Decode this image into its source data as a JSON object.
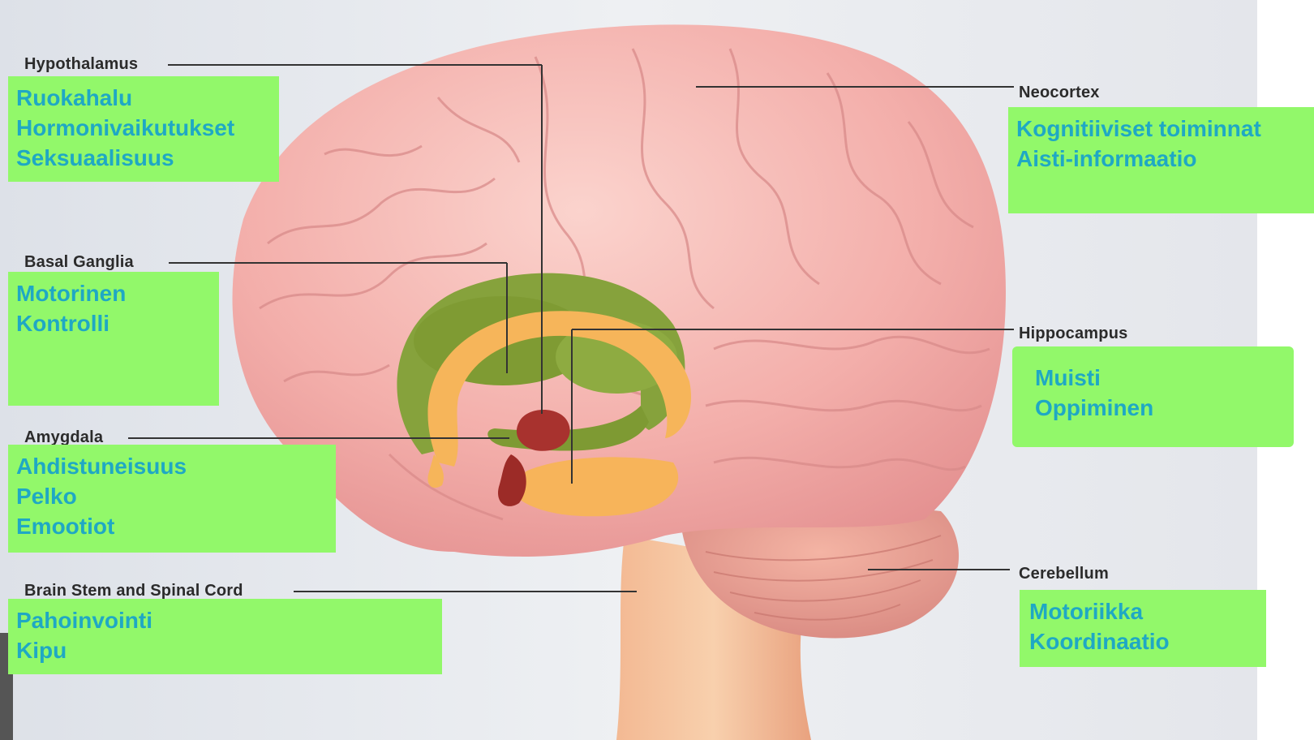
{
  "anatomy_labels": {
    "hypothalamus": "Hypothalamus",
    "neocortex": "Neocortex",
    "basal_ganglia": "Basal Ganglia",
    "hippocampus": "Hippocampus",
    "amygdala": "Amygdala",
    "cerebellum": "Cerebellum",
    "brain_stem": "Brain Stem and Spinal Cord"
  },
  "function_boxes": {
    "hypothalamus": [
      "Ruokahalu",
      "Hormonivaikutukset",
      "Seksuaalisuus"
    ],
    "neocortex": [
      "Kognitiiviset toiminnat",
      "Aisti-informaatio"
    ],
    "basal_ganglia": [
      "Motorinen",
      "Kontrolli"
    ],
    "hippocampus": [
      "Muisti",
      "Oppiminen"
    ],
    "amygdala": [
      "Ahdistuneisuus",
      "Pelko",
      "Emootiot"
    ],
    "brain_stem": [
      "Pahoinvointi",
      "Kipu"
    ],
    "cerebellum": [
      "Motoriikka",
      "Koordinaatio"
    ]
  },
  "colors": {
    "box_fill": "#92f86a",
    "box_text": "#1fa8c4",
    "brain": "#f4b3b0",
    "basal_ganglia": "#86a23c",
    "hippocampus": "#f6b55a",
    "amygdala": "#a8322e"
  }
}
